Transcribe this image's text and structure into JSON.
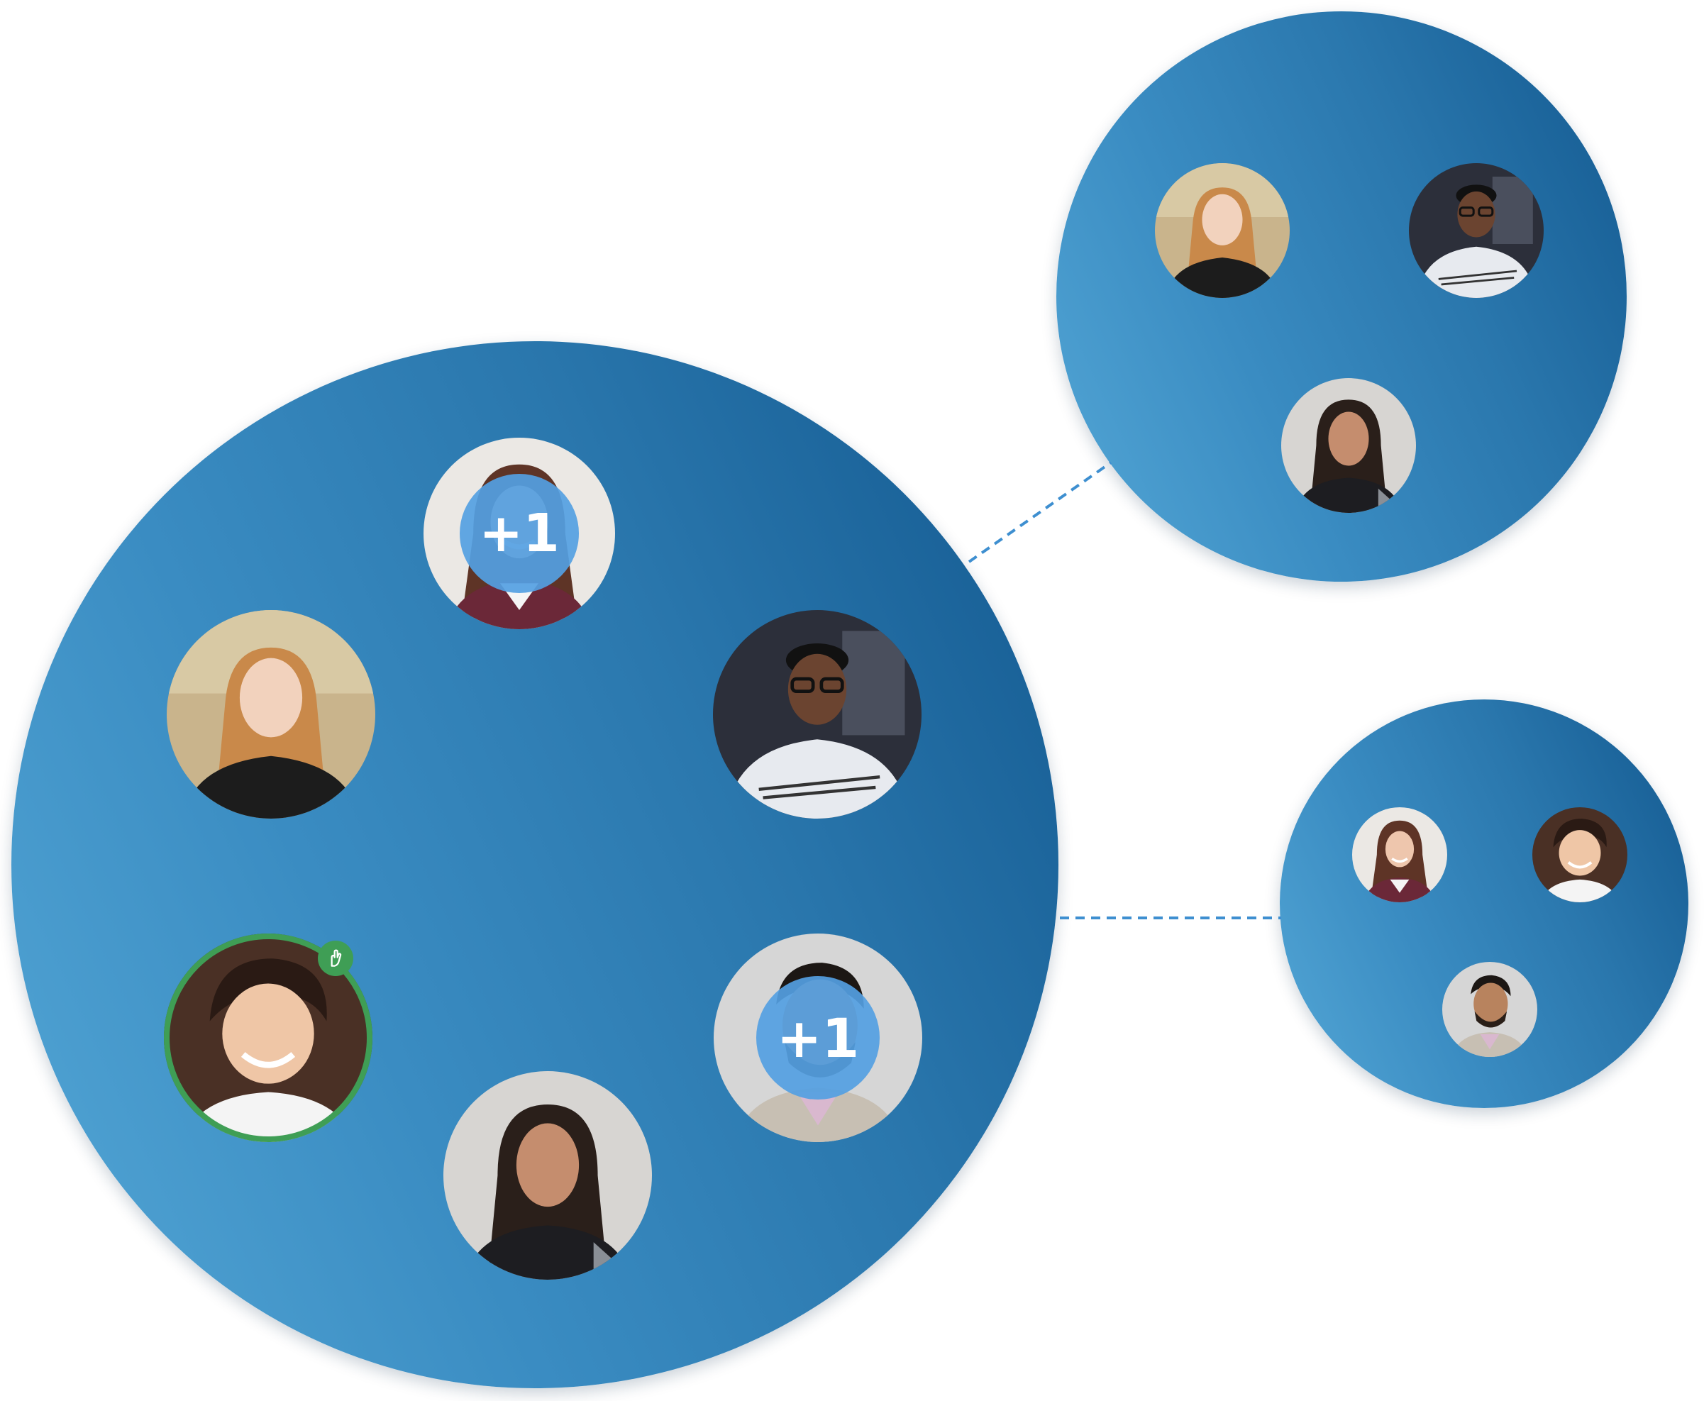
{
  "colors": {
    "group_gradient_light": "#55a8d7",
    "group_gradient_dark": "#12588f",
    "link_color": "#3e8fd0",
    "plus_badge": "#54a0e2",
    "speaking_ring": "#3f9e55"
  },
  "groups": [
    {
      "id": "main-room",
      "participants": [
        {
          "id": "p-top",
          "avatar": "woman-brown-hair",
          "overflow_label": "+1"
        },
        {
          "id": "p-left",
          "avatar": "woman-blonde-hair"
        },
        {
          "id": "p-right",
          "avatar": "man-glasses"
        },
        {
          "id": "p-speaking",
          "avatar": "smiling-young-man",
          "status": "hand-raised",
          "status_icon": "hand-icon"
        },
        {
          "id": "p-bottom-right",
          "avatar": "man-beard",
          "overflow_label": "+1"
        },
        {
          "id": "p-bottom",
          "avatar": "woman-dark-hair"
        }
      ]
    },
    {
      "id": "breakout-room-1",
      "participants": [
        {
          "id": "b1-a",
          "avatar": "woman-blonde-hair"
        },
        {
          "id": "b1-b",
          "avatar": "man-glasses"
        },
        {
          "id": "b1-c",
          "avatar": "woman-dark-hair"
        }
      ]
    },
    {
      "id": "breakout-room-2",
      "participants": [
        {
          "id": "b2-a",
          "avatar": "woman-brown-hair"
        },
        {
          "id": "b2-b",
          "avatar": "smiling-young-man"
        },
        {
          "id": "b2-c",
          "avatar": "man-beard"
        }
      ]
    }
  ],
  "links": [
    {
      "from": "main-room",
      "to": "breakout-room-1",
      "style": "dashed"
    },
    {
      "from": "main-room",
      "to": "breakout-room-2",
      "style": "dashed"
    }
  ]
}
